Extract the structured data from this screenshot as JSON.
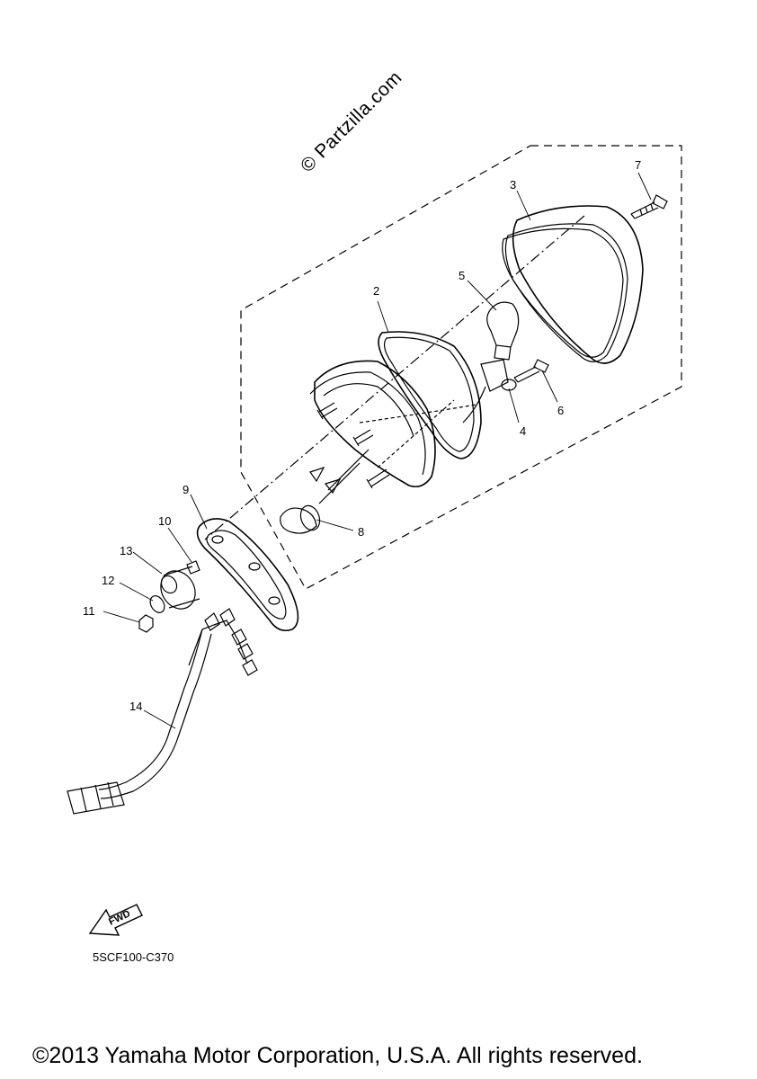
{
  "watermark": "© Partzilla.com",
  "diagram_id": "5SCF100-C370",
  "copyright": "©2013 Yamaha Motor Corporation, U.S.A. All rights reserved.",
  "direction_label": "FWD",
  "callouts": {
    "c1": "2",
    "c2": "3",
    "c3": "4",
    "c4": "5",
    "c5": "6",
    "c6": "7",
    "c7": "8",
    "c8": "9",
    "c9": "10",
    "c10": "11",
    "c11": "12",
    "c12": "13",
    "c13": "14"
  },
  "colors": {
    "line": "#000000",
    "background": "#ffffff"
  }
}
